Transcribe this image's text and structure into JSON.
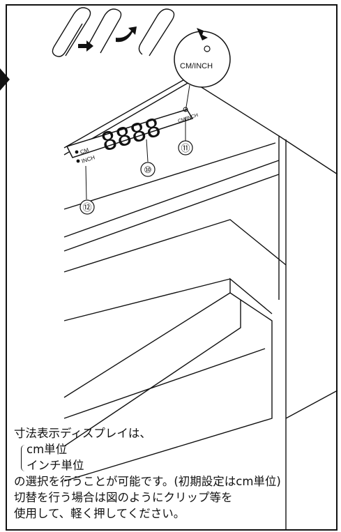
{
  "panel": {
    "button_label": "CM/INCH",
    "indicators": [
      "CM",
      "INCH"
    ],
    "digits": "8888",
    "callouts": [
      "⑩",
      "⑪",
      "⑫"
    ]
  },
  "description": {
    "line1": "寸法表示ディスプレイは、",
    "option1": "cm単位",
    "option2": "インチ単位",
    "line2": "の選択を行うことが可能です。(初期設定はcm単位)",
    "line3": "切替を行う場合は図のようにクリップ等を",
    "line4": "使用して、軽く押してください。"
  }
}
